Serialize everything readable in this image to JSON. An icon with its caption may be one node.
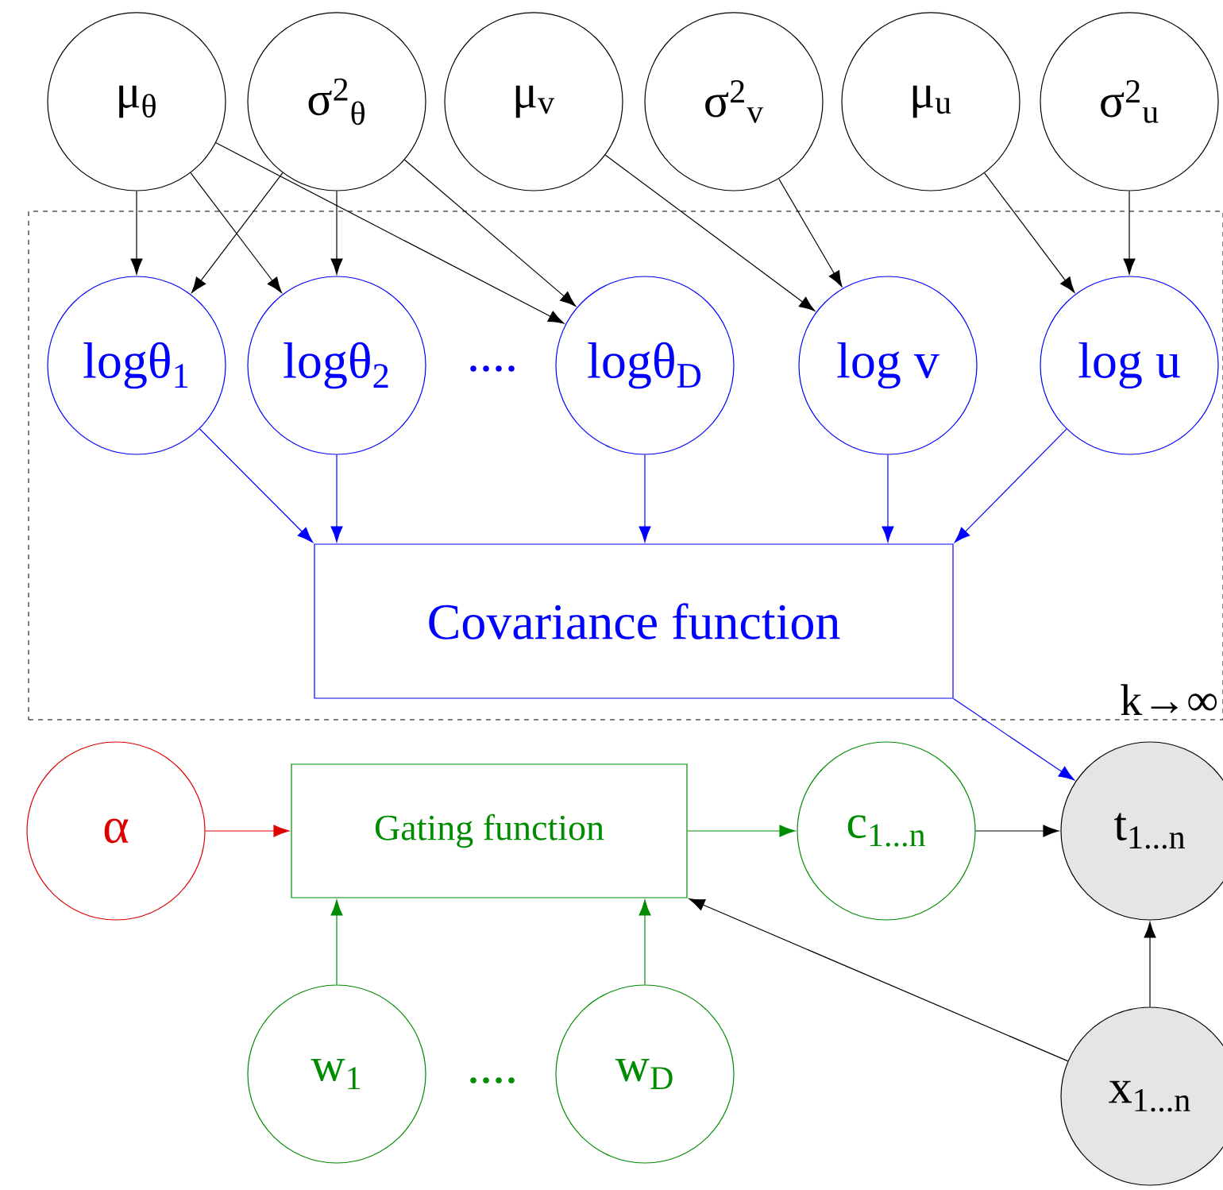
{
  "diagram": {
    "nodes": [
      {
        "text": [
          "μ$_{θ}$"
        ]
      },
      {
        "text": [
          "σ$^{2}$$_{θ}$"
        ]
      },
      {
        "text": [
          "μ$_{v}$"
        ]
      },
      {
        "text": [
          "σ$^{2}$$_{v}$"
        ]
      },
      {
        "text": [
          "μ$_{u}$"
        ]
      },
      {
        "text": [
          "σ$^{2}$$_{u}$"
        ]
      },
      {
        "text": [
          "k→∞"
        ]
      },
      {
        "text": [
          "logθ$_{1}$"
        ],
        "in": 6
      },
      {
        "text": [
          "logθ$_{2}$"
        ],
        "in": 6
      },
      {
        "text": [
          "logθ$_{D}$"
        ],
        "in": 6
      },
      {
        "text": [
          "log v"
        ],
        "in": 6
      },
      {
        "text": [
          "log u"
        ],
        "in": 6
      },
      {
        "text": [
          "Covariance function"
        ],
        "in": 6
      },
      {
        "text": [
          "α"
        ]
      },
      {
        "text": [
          "Gating function"
        ]
      },
      {
        "text": [
          "c$_{1...n}$"
        ]
      },
      {
        "text": [
          "t$_{1...n}$"
        ]
      },
      {
        "text": [
          "w$_{1}$"
        ]
      },
      {
        "text": [
          "w$_{D}$"
        ]
      },
      {
        "text": [
          "x$_{1...n}$"
        ]
      }
    ],
    "edges": [
      {
        "from": 0,
        "to": 7,
        "arrow": "to"
      },
      {
        "from": 0,
        "to": 8,
        "arrow": "to"
      },
      {
        "from": 0,
        "to": 9,
        "arrow": "to"
      },
      {
        "from": 1,
        "to": 7,
        "arrow": "to"
      },
      {
        "from": 1,
        "to": 8,
        "arrow": "to"
      },
      {
        "from": 1,
        "to": 9,
        "arrow": "to"
      },
      {
        "from": 2,
        "to": 10,
        "arrow": "to"
      },
      {
        "from": 3,
        "to": 10,
        "arrow": "to"
      },
      {
        "from": 4,
        "to": 11,
        "arrow": "to"
      },
      {
        "from": 5,
        "to": 11,
        "arrow": "to"
      },
      {
        "from": 7,
        "to": 12,
        "arrow": "to",
        "color": "#0000ff"
      },
      {
        "from": 8,
        "to": 12,
        "arrow": "to",
        "color": "#0000ff"
      },
      {
        "from": 9,
        "to": 12,
        "arrow": "to",
        "color": "#0000ff"
      },
      {
        "from": 10,
        "to": 12,
        "arrow": "to",
        "color": "#0000ff"
      },
      {
        "from": 11,
        "to": 12,
        "arrow": "to",
        "color": "#0000ff"
      },
      {
        "from": 12,
        "to": 16,
        "arrow": "to",
        "color": "#0000ff"
      },
      {
        "from": 13,
        "to": 14,
        "arrow": "to",
        "color": "#dd0000"
      },
      {
        "from": 14,
        "to": 15,
        "arrow": "to",
        "color": "#008c00"
      },
      {
        "from": 17,
        "to": 14,
        "arrow": "to",
        "color": "#008c00"
      },
      {
        "from": 18,
        "to": 14,
        "arrow": "to",
        "color": "#008c00"
      },
      {
        "from": 15,
        "to": 16,
        "arrow": "to"
      },
      {
        "from": 19,
        "to": 16,
        "arrow": "to"
      },
      {
        "from": 19,
        "to": 14,
        "arrow": "to"
      }
    ],
    "labels": [
      "....",
      "...."
    ]
  }
}
